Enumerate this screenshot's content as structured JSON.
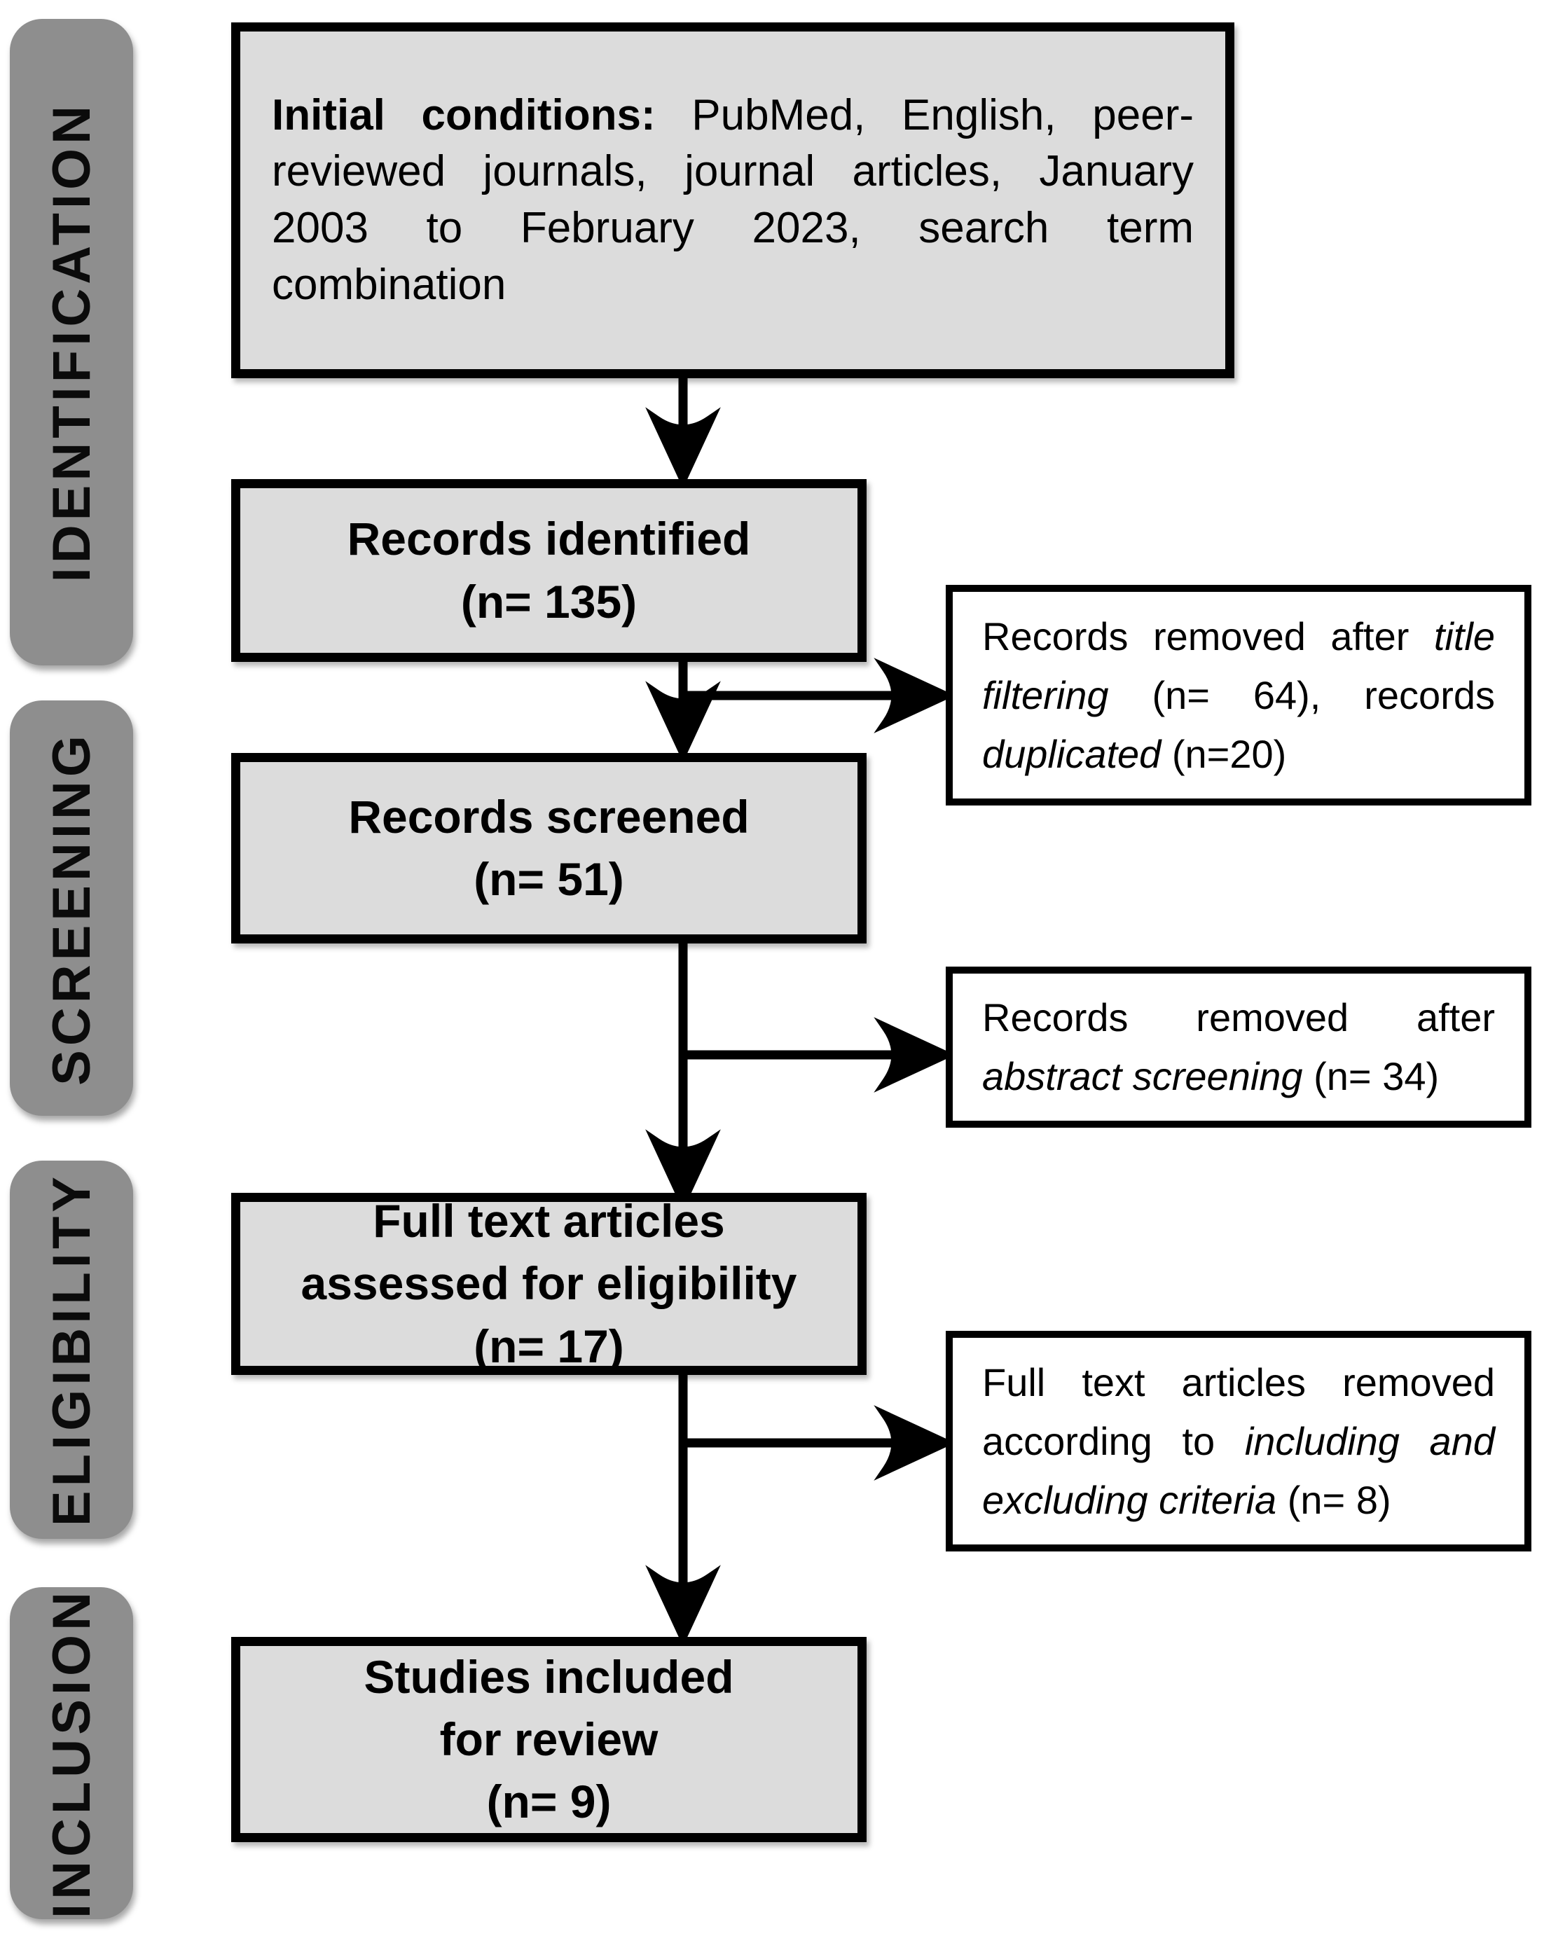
{
  "title": "PRISMA literature selection flow diagram",
  "colors": {
    "box_fill": "#dcdcdc",
    "sidebar_fill": "#8e8e8e",
    "white_box_fill": "#ffffff",
    "border": "#000000",
    "text": "#000000",
    "page_background": "#ffffff"
  },
  "sidebar": {
    "items": [
      {
        "label": "IDENTIFICATION"
      },
      {
        "label": "SCREENING"
      },
      {
        "label": "ELIGIBILITY"
      },
      {
        "label": "INCLUSION"
      }
    ]
  },
  "flow": {
    "initial_box": {
      "segments": [
        {
          "text": "Initial conditions:",
          "bold": true
        },
        {
          "text": " PubMed, English, peer-reviewed journals, journal articles, January 2003 to February 2023, search term combination"
        }
      ]
    },
    "records_identified": {
      "lines": [
        "Records identified",
        "(n= 135)"
      ]
    },
    "records_screened": {
      "lines": [
        "Records screened",
        "(n= 51)"
      ]
    },
    "full_text_assessed": {
      "lines": [
        "Full text articles",
        "assessed for eligibility",
        "(n= 17)"
      ]
    },
    "studies_included": {
      "lines": [
        "Studies included",
        "for review",
        "(n= 9)"
      ]
    },
    "removed_title_filtering": {
      "segments": [
        {
          "text": "Records removed after "
        },
        {
          "text": "title filtering",
          "italic": true
        },
        {
          "text": " (n= 64), records "
        },
        {
          "text": "duplicated",
          "italic": true
        },
        {
          "text": " (n=20)"
        }
      ]
    },
    "removed_abstract_screening": {
      "segments": [
        {
          "text": "Records removed after "
        },
        {
          "text": "abstract screening",
          "italic": true
        },
        {
          "text": " (n= 34)"
        }
      ]
    },
    "removed_full_text": {
      "segments": [
        {
          "text": "Full text articles removed according to "
        },
        {
          "text": "including and excluding criteria",
          "italic": true
        },
        {
          "text": " (n= 8)"
        }
      ]
    }
  }
}
